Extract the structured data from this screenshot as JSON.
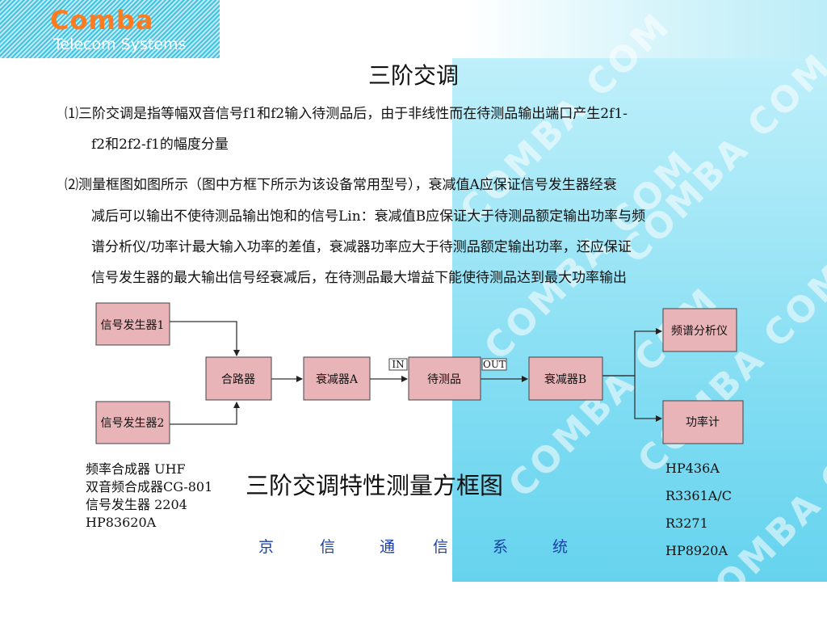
{
  "logo": {
    "brand": "Comba",
    "subtitle": "Telecom Systems"
  },
  "watermark_text": "COMBA COM",
  "title": "三阶交调",
  "paragraphs": [
    {
      "lines": [
        "⑴三阶交调是指等幅双音信号f1和f2输入待测品后，由于非线性而在待测品输出端口产生2f1-",
        "f2和2f2-f1的幅度分量"
      ]
    },
    {
      "lines": [
        "⑵测量框图如图所示（图中方框下所示为该设备常用型号），衰减值A应保证信号发生器经衰",
        "减后可以输出不使待测品输出饱和的信号Lin：衰减值B应保证大于待测品额定输出功率与频",
        "谱分析仪/功率计最大输入功率的差值，衰减器功率应大于待测品额定输出功率，还应保证",
        "信号发生器的最大输出信号经衰减后，在待测品最大增益下能使待测品达到最大功率输出"
      ]
    }
  ],
  "diagram": {
    "boxes": {
      "signal_gen_1": "信号发生器1",
      "signal_gen_2": "信号发生器2",
      "combiner": "合路器",
      "attenuator_a": "衰减器A",
      "dut": "待测品",
      "attenuator_b": "衰减器B",
      "spectrum_analyzer": "频谱分析仪",
      "power_meter": "功率计"
    },
    "dut_in": "IN",
    "dut_out": "OUT",
    "box_fill": "#e8b4b8",
    "title": "三阶交调特性测量方框图"
  },
  "models_left": [
    "频率合成器 UHF",
    "双音频合成器CG-801",
    "信号发生器 2204",
    "HP83620A"
  ],
  "models_right": [
    "HP436A",
    "R3361A/C",
    "R3271",
    "HP8920A"
  ],
  "company": [
    "京",
    "信",
    "通",
    "信",
    "系",
    "统"
  ]
}
